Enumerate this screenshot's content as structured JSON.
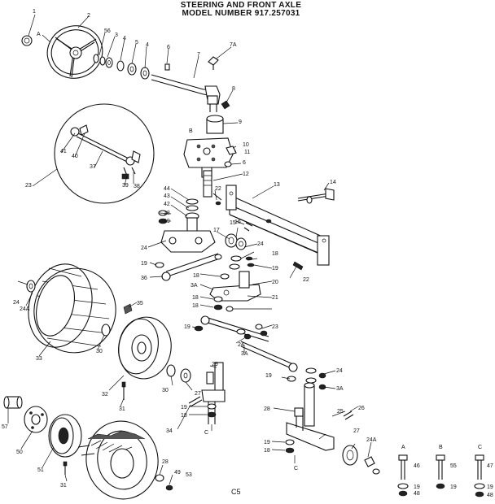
{
  "title_line1": "STEERING AND FRONT AXLE",
  "title_line2": "MODEL NUMBER 917.257031",
  "page_code": "C5",
  "callouts": {
    "c1": "1",
    "c2": "2",
    "cA": "A",
    "c56": "56",
    "c3": "3",
    "c4a": "4",
    "c5": "5",
    "c4b": "4",
    "c6": "6",
    "c7": "7",
    "c7A": "7A",
    "c8": "8",
    "c9": "9",
    "cB": "B",
    "c10": "10",
    "c11": "11",
    "c6b": "6",
    "c12": "12",
    "c13": "13",
    "c14": "14",
    "c41": "41",
    "c40": "40",
    "c37": "37",
    "c39": "39",
    "c38": "38",
    "c23": "23",
    "c44": "44",
    "c43": "43",
    "c42": "42",
    "c18a": "18",
    "c19a": "19",
    "c22a": "22",
    "c16": "16",
    "c15": "15",
    "c17": "17",
    "c24a": "24",
    "c18b": "18",
    "c19b": "19",
    "c22b": "22",
    "c24b": "24",
    "c19c": "19",
    "c36": "36",
    "c18c": "18",
    "c3Aa": "3A",
    "c20": "20",
    "c24c": "24",
    "c24A": "24A",
    "c35": "35",
    "c33": "33",
    "c18d": "18",
    "c18e": "18",
    "c21": "21",
    "c19d": "19",
    "c23b": "23",
    "c24d": "24",
    "c3Ab": "3A",
    "c30a": "30",
    "c32": "32",
    "c29": "29",
    "c19e": "19",
    "c24e": "24",
    "c30b": "30",
    "c27": "27",
    "c31a": "31",
    "c34": "34",
    "c3Ac": "3A",
    "c19f": "19",
    "c28a": "28",
    "c25": "25",
    "c26": "26",
    "c19g": "19",
    "c18f": "18",
    "cCa": "C",
    "c57": "57",
    "c50": "50",
    "c51": "51",
    "c31b": "31",
    "c19h": "19",
    "c18g": "18",
    "cCb": "C",
    "c27b": "27",
    "c24Ab": "24A",
    "c28b": "28",
    "c49": "49",
    "c53": "53",
    "cA2": "A",
    "c46a": "46",
    "c19i": "19",
    "c48a": "48",
    "cB2": "B",
    "c55": "55",
    "c19j": "19",
    "cC2": "C",
    "c47": "47",
    "c19k": "19",
    "c48b": "48"
  }
}
